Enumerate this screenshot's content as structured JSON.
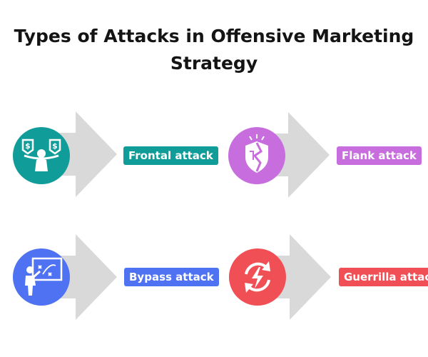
{
  "title": {
    "line1": "Types of Attacks in Offensive Marketing",
    "line2": "Strategy"
  },
  "attacks": [
    {
      "label": "Frontal attack",
      "color": "#109d9a",
      "icon": "scales-dollar-icon"
    },
    {
      "label": "Flank attack",
      "color": "#c86dde",
      "icon": "broken-shield-icon"
    },
    {
      "label": "Bypass attack",
      "color": "#4f72f2",
      "icon": "strategy-board-icon"
    },
    {
      "label": "Guerrilla attack",
      "color": "#f14f56",
      "icon": "lightning-cycle-icon"
    }
  ]
}
